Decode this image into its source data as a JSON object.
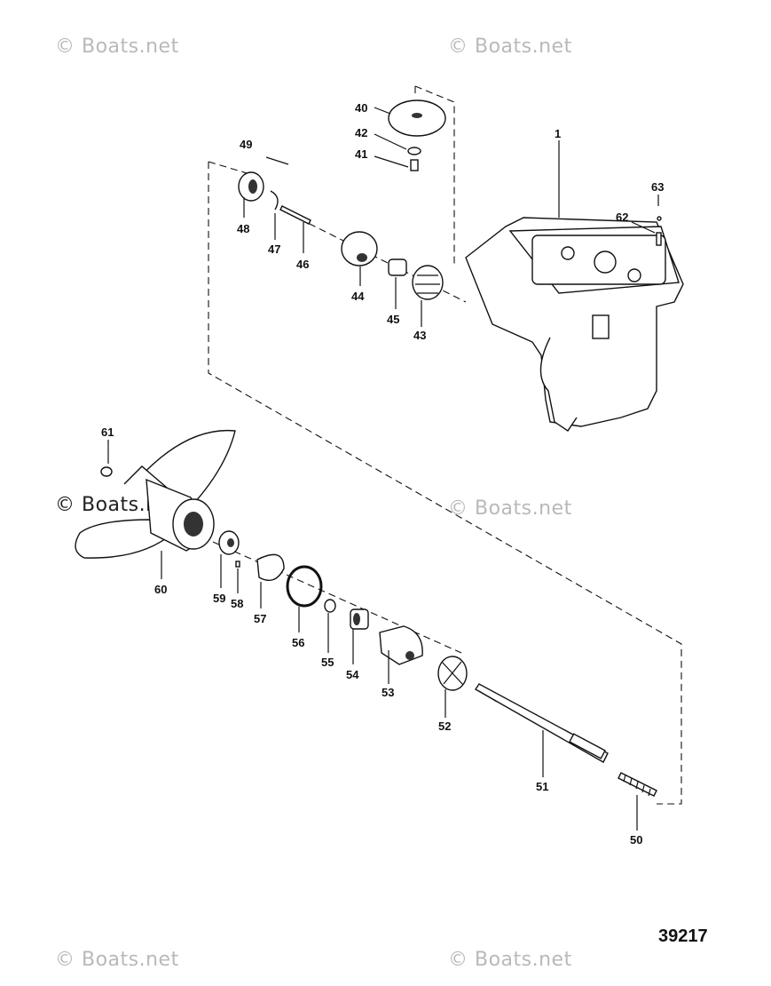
{
  "watermark": "© Boats.net",
  "figure_number": "39217",
  "parts": [
    {
      "id": "p1",
      "label": "1"
    },
    {
      "id": "p40",
      "label": "40"
    },
    {
      "id": "p41",
      "label": "41"
    },
    {
      "id": "p42",
      "label": "42"
    },
    {
      "id": "p43",
      "label": "43"
    },
    {
      "id": "p44",
      "label": "44"
    },
    {
      "id": "p45",
      "label": "45"
    },
    {
      "id": "p46",
      "label": "46"
    },
    {
      "id": "p47",
      "label": "47"
    },
    {
      "id": "p48",
      "label": "48"
    },
    {
      "id": "p49",
      "label": "49"
    },
    {
      "id": "p50",
      "label": "50"
    },
    {
      "id": "p51",
      "label": "51"
    },
    {
      "id": "p52",
      "label": "52"
    },
    {
      "id": "p53",
      "label": "53"
    },
    {
      "id": "p54",
      "label": "54"
    },
    {
      "id": "p55",
      "label": "55"
    },
    {
      "id": "p56",
      "label": "56"
    },
    {
      "id": "p57",
      "label": "57"
    },
    {
      "id": "p58",
      "label": "58"
    },
    {
      "id": "p59",
      "label": "59"
    },
    {
      "id": "p60",
      "label": "60"
    },
    {
      "id": "p61",
      "label": "61"
    },
    {
      "id": "p62",
      "label": "62"
    },
    {
      "id": "p63",
      "label": "63"
    }
  ]
}
